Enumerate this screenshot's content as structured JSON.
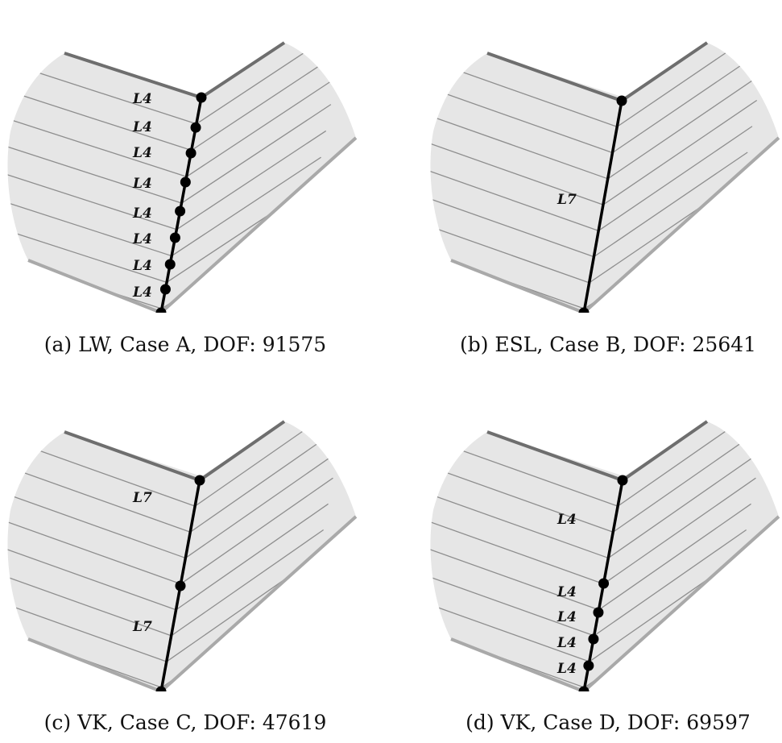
{
  "figure": {
    "panels": [
      {
        "id": "a",
        "caption": "(a) LW, Case A, DOF: 91575",
        "segments": [
          "L4",
          "L4",
          "L4",
          "L4",
          "L4",
          "L4",
          "L4",
          "L4"
        ]
      },
      {
        "id": "b",
        "caption": "(b) ESL, Case B, DOF: 25641",
        "segments": [
          "L7"
        ]
      },
      {
        "id": "c",
        "caption": "(c) VK, Case C, DOF: 47619",
        "segments": [
          "L7",
          "L7"
        ]
      },
      {
        "id": "d",
        "caption": "(d) VK, Case D, DOF: 69597",
        "segments": [
          "L4",
          "L4",
          "L4",
          "L4",
          "L4"
        ]
      }
    ]
  }
}
